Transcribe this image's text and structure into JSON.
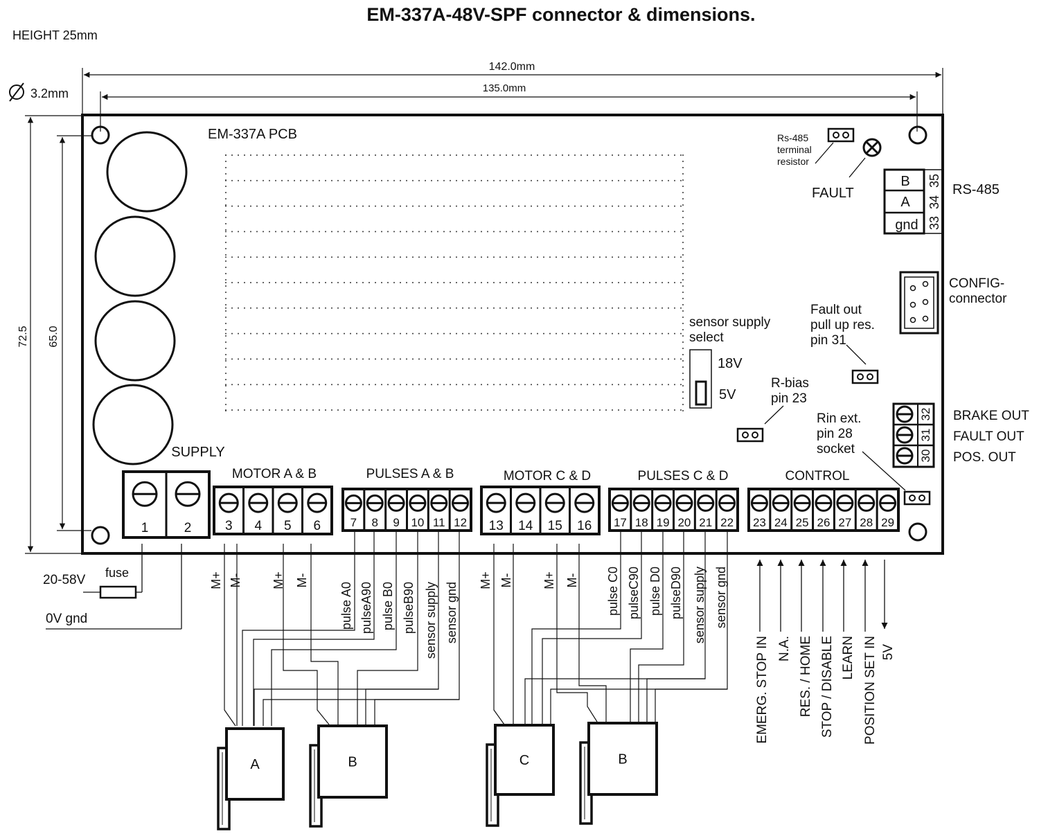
{
  "title": "EM-337A-48V-SPF connector & dimensions.",
  "height_note": "HEIGHT 25mm",
  "hole_note": "3.2mm",
  "dims": {
    "width_outer": "142.0mm",
    "width_inner": "135.0mm",
    "height_outer": "72.5",
    "height_inner": "65.0"
  },
  "pcb_label": "EM-337A PCB",
  "rs485": {
    "terminal_note": [
      "Rs-485",
      "terminal",
      "resistor"
    ],
    "fault": "FAULT",
    "label": "RS-485",
    "rows": [
      {
        "sig": "B",
        "pin": "35"
      },
      {
        "sig": "A",
        "pin": "34"
      },
      {
        "sig": "gnd",
        "pin": "33"
      }
    ]
  },
  "config": [
    "CONFIG-",
    "connector"
  ],
  "sensor_select": {
    "label": [
      "sensor supply",
      "select"
    ],
    "opt_high": "18V",
    "opt_low": "5V"
  },
  "fault_out_res": [
    "Fault out",
    "pull up res.",
    "pin 31"
  ],
  "rbias": [
    "R-bias",
    "pin 23"
  ],
  "rin": [
    "Rin ext.",
    "pin 28",
    "socket"
  ],
  "outputs": [
    {
      "pin": "32",
      "label": "BRAKE OUT"
    },
    {
      "pin": "31",
      "label": "FAULT OUT"
    },
    {
      "pin": "30",
      "label": "POS. OUT"
    }
  ],
  "groups": {
    "supply": "SUPPLY",
    "motor_ab": "MOTOR A & B",
    "pulses_ab": "PULSES A & B",
    "motor_cd": "MOTOR C & D",
    "pulses_cd": "PULSES C & D",
    "control": "CONTROL"
  },
  "pins": {
    "supply": [
      "1",
      "2"
    ],
    "motor_ab": [
      "3",
      "4",
      "5",
      "6"
    ],
    "pulses_ab": [
      "7",
      "8",
      "9",
      "10",
      "11",
      "12"
    ],
    "motor_cd": [
      "13",
      "14",
      "15",
      "16"
    ],
    "pulses_cd": [
      "17",
      "18",
      "19",
      "20",
      "21",
      "22"
    ],
    "control": [
      "23",
      "24",
      "25",
      "26",
      "27",
      "28",
      "29"
    ]
  },
  "supply_wiring": {
    "voltage": "20-58V",
    "fuse": "fuse",
    "gnd": "0V gnd"
  },
  "wire_labels": {
    "motor_ab": [
      "M+",
      "M-",
      "M+",
      "M-"
    ],
    "pulses_ab": [
      "pulse A0",
      "pulseA90",
      "pulse B0",
      "pulseB90",
      "sensor supply",
      "sensor gnd"
    ],
    "motor_cd": [
      "M+",
      "M-",
      "M+",
      "M-"
    ],
    "pulses_cd": [
      "pulse C0",
      "pulseC90",
      "pulse D0",
      "pulseD90",
      "sensor supply",
      "sensor gnd"
    ],
    "control": [
      "EMERG. STOP IN",
      "N.A.",
      "RES. / HOME",
      "STOP / DISABLE",
      "LEARN",
      "POSITION SET IN",
      "5V"
    ]
  },
  "motors": [
    "A",
    "B",
    "C",
    "B"
  ]
}
